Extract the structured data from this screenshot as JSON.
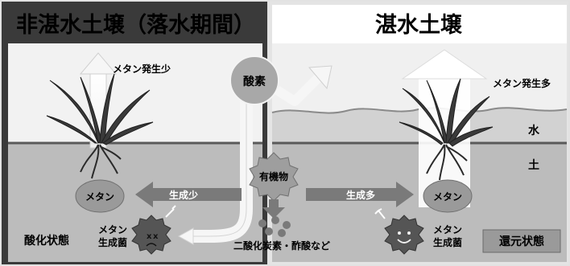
{
  "left_title": "非湛水土壌（落水期間）",
  "right_title": "湛水土壌",
  "oxygen_label": "酸素",
  "organic_matter_label": "有機物",
  "water_label": "水",
  "soil_label": "土",
  "left": {
    "methane_emission": "メタン発生少",
    "methane_label": "メタン",
    "production": "生成少",
    "bacteria_label_line1": "メタン",
    "bacteria_label_line2": "生成菌",
    "state": "酸化状態"
  },
  "right": {
    "methane_emission": "メタン発生多",
    "methane_label": "メタン",
    "production": "生成多",
    "bacteria_label_line1": "メタン",
    "bacteria_label_line2": "生成菌",
    "state": "還元状態"
  },
  "decomposition_label": "二酸化炭素・酢酸など",
  "colors": {
    "border_dark": "#3a3a3a",
    "soil": "#bdbdbd",
    "water": "#d4d4d4",
    "methane_bubble": "#9a9a9a",
    "arrow_fill": "#e0e0e0"
  }
}
